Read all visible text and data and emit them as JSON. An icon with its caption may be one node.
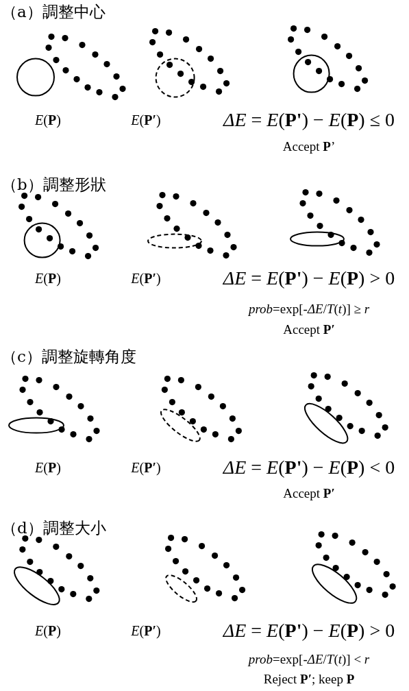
{
  "diagram": {
    "labels": [
      "（a）調整中心",
      "*E*(**P**)",
      "*E*(**P′**)",
      "*ΔE* = *E*(**P'**) − *E*(**P**) ≤ 0",
      "Accept **P**’",
      "（b）調整形狀",
      "*E*(**P**)",
      "*E*(**P′**)",
      "*ΔE* = *E*(**P'**) − *E*(**P**) > 0",
      "*prob*=exp[-*ΔE*/*T*(*t*)] ≥ *r*",
      "Accept **P′**",
      "（c）調整旋轉角度",
      "*E*(**P**)",
      "*E*(**P′**)",
      "*ΔE* = *E*(**P'**) − *E*(**P**) < 0",
      "Accept **P′**",
      "（d）調整大小",
      "*E*(**P**)",
      "*E*(**P′**)",
      "*ΔE* = *E*(**P'**) − *E*(**P**) > 0",
      "*prob*=exp[-*ΔE*/*T*(*t*)] < *r*",
      "Reject **P′**; keep **P**"
    ]
  }
}
